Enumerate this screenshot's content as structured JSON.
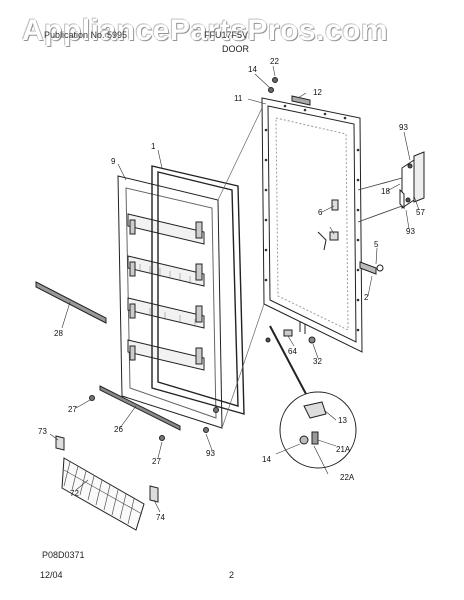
{
  "watermark": "AppliancePartsPros.com",
  "header": {
    "left": "Publication No. 5995",
    "right": "FFU17F5V",
    "section": "DOOR"
  },
  "diagram_code": "P08D0371",
  "footer": {
    "date": "12/04",
    "page": "2"
  },
  "part_labels": {
    "p1": "1",
    "p5": "5",
    "p6": "6",
    "p9": "9",
    "p11": "11",
    "p12": "12",
    "p13": "13",
    "p14a": "14",
    "p14b": "14",
    "p18": "18",
    "p2": "2",
    "p21a": "21A",
    "p22": "22",
    "p22a": "22A",
    "p26": "26",
    "p27a": "27",
    "p27b": "27",
    "p28": "28",
    "p32": "32",
    "p57": "57",
    "p64": "64",
    "p72": "72",
    "p73": "73",
    "p74": "74",
    "p93a": "93",
    "p93b": "93",
    "p93c": "93"
  }
}
